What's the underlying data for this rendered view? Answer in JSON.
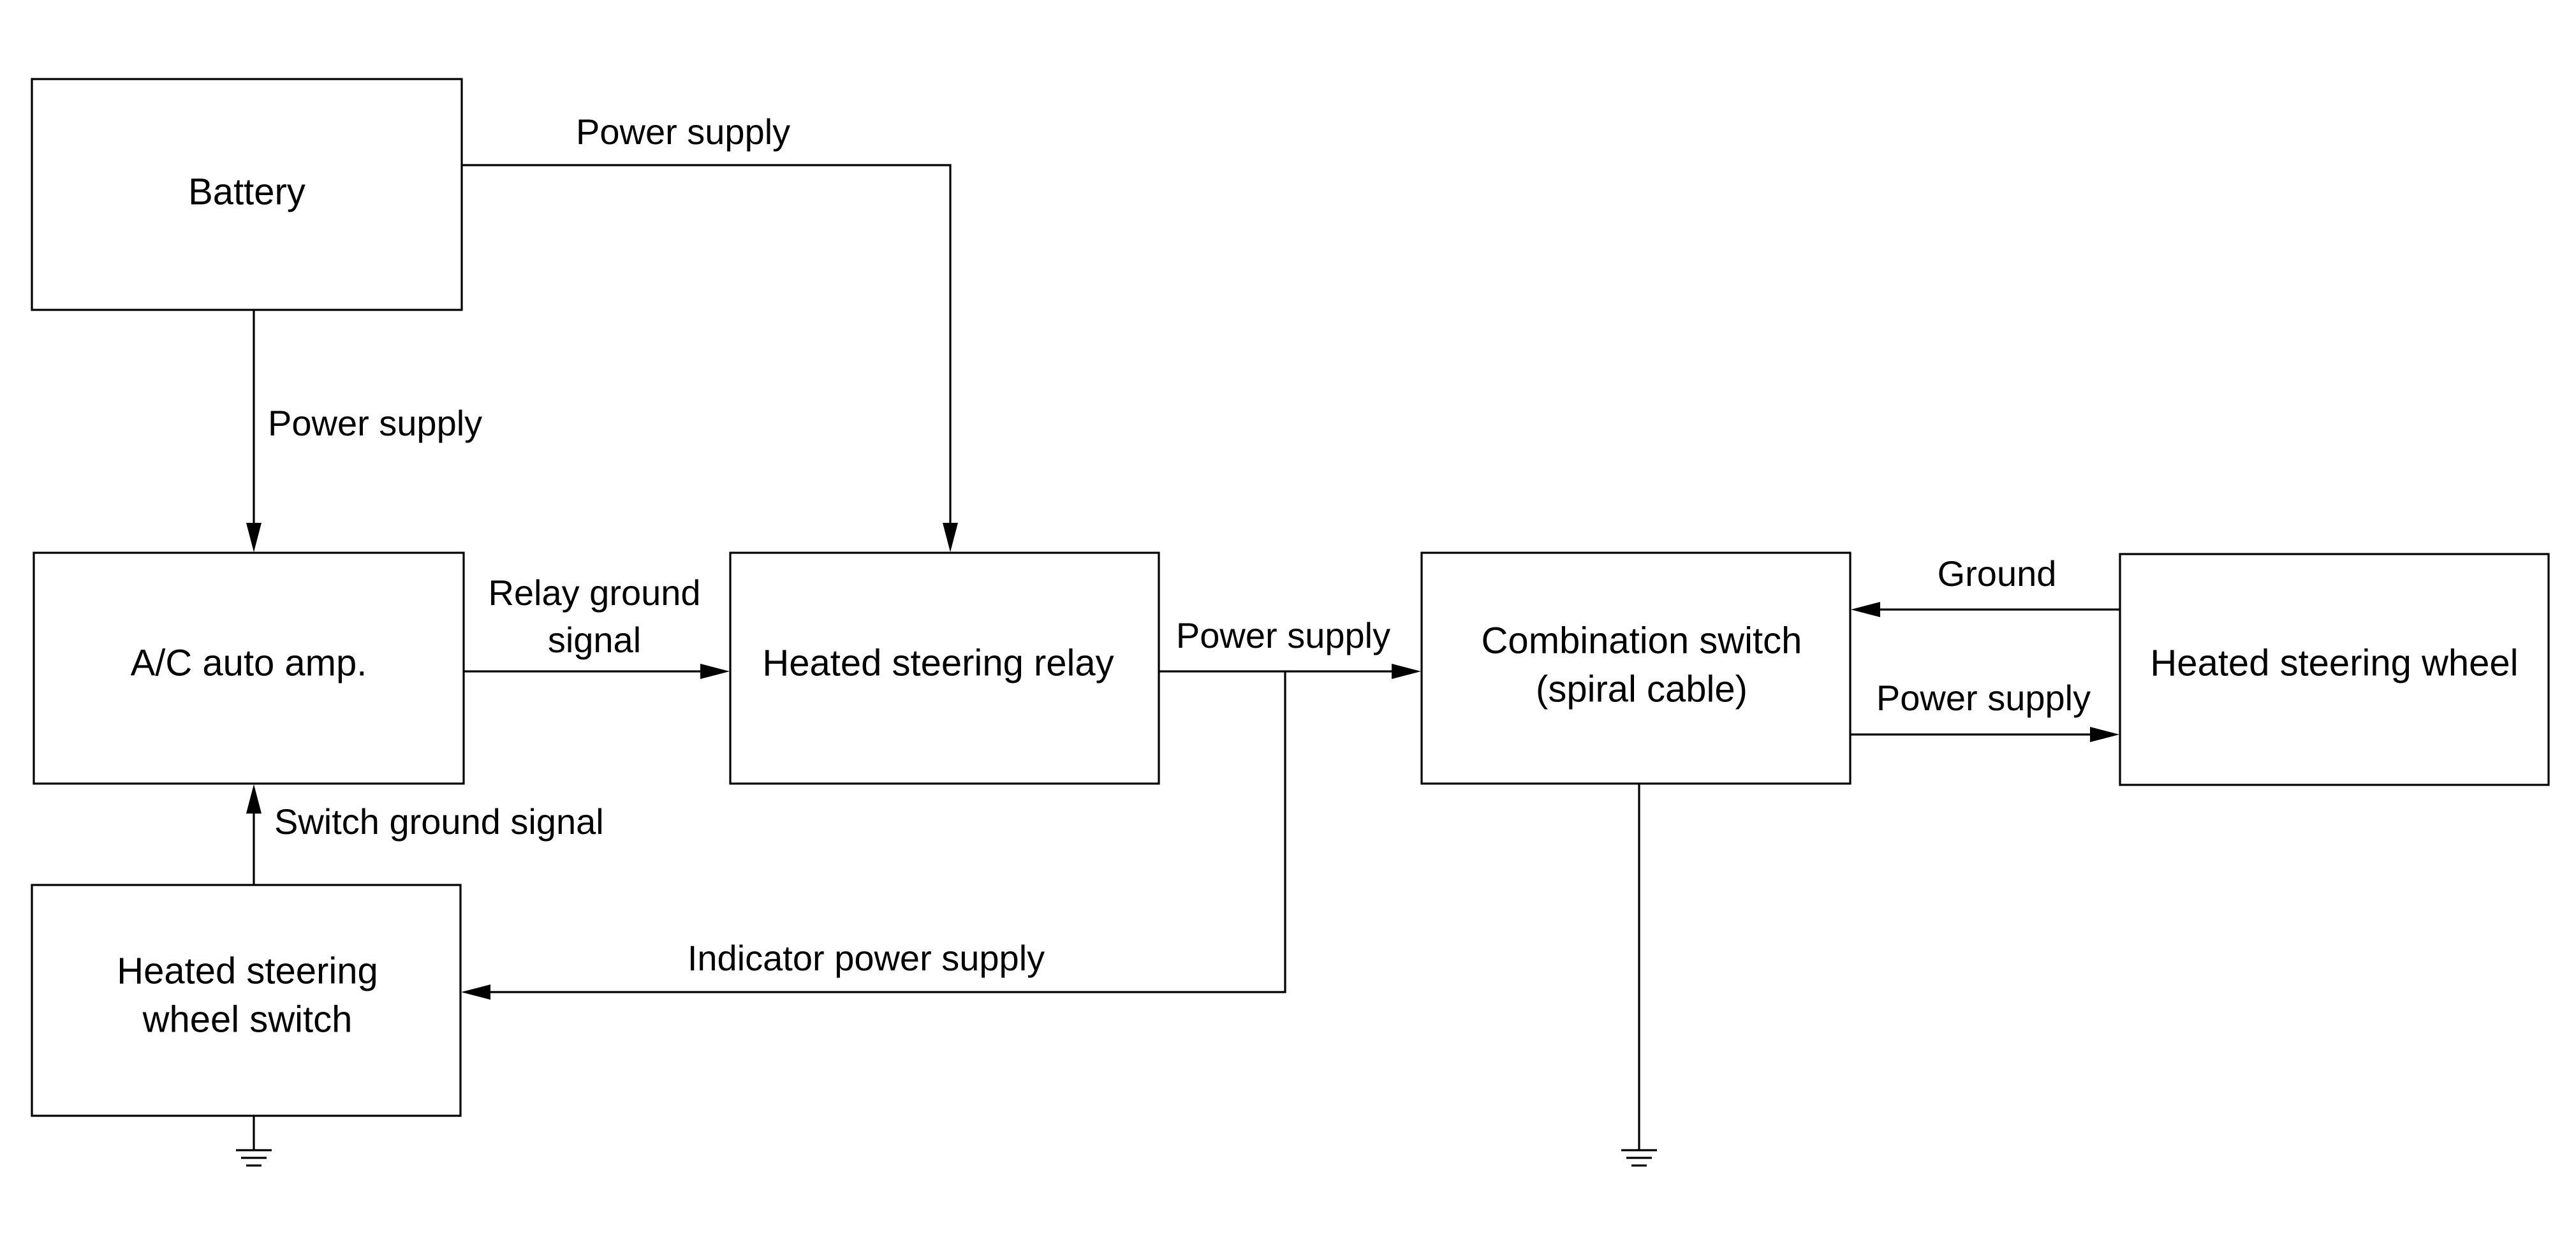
{
  "diagram": {
    "components": {
      "battery": "Battery",
      "ac_auto_amp": "A/C auto amp.",
      "heated_steering_relay": "Heated steering relay",
      "combination_switch": {
        "line1": "Combination switch",
        "line2": "(spiral cable)"
      },
      "heated_steering_wheel": "Heated steering wheel",
      "heated_steering_wheel_switch": {
        "line1": "Heated steering",
        "line2": "wheel switch"
      }
    },
    "connections": {
      "battery_to_relay": "Power supply",
      "battery_to_ac_amp": "Power supply",
      "relay_ground_signal": {
        "line1": "Relay ground",
        "line2": "signal"
      },
      "relay_to_combination_switch": "Power supply",
      "wheel_to_combination_switch": "Ground",
      "combination_switch_to_wheel": "Power supply",
      "switch_ground_signal": "Switch ground signal",
      "indicator_power_supply": "Indicator power supply"
    }
  }
}
